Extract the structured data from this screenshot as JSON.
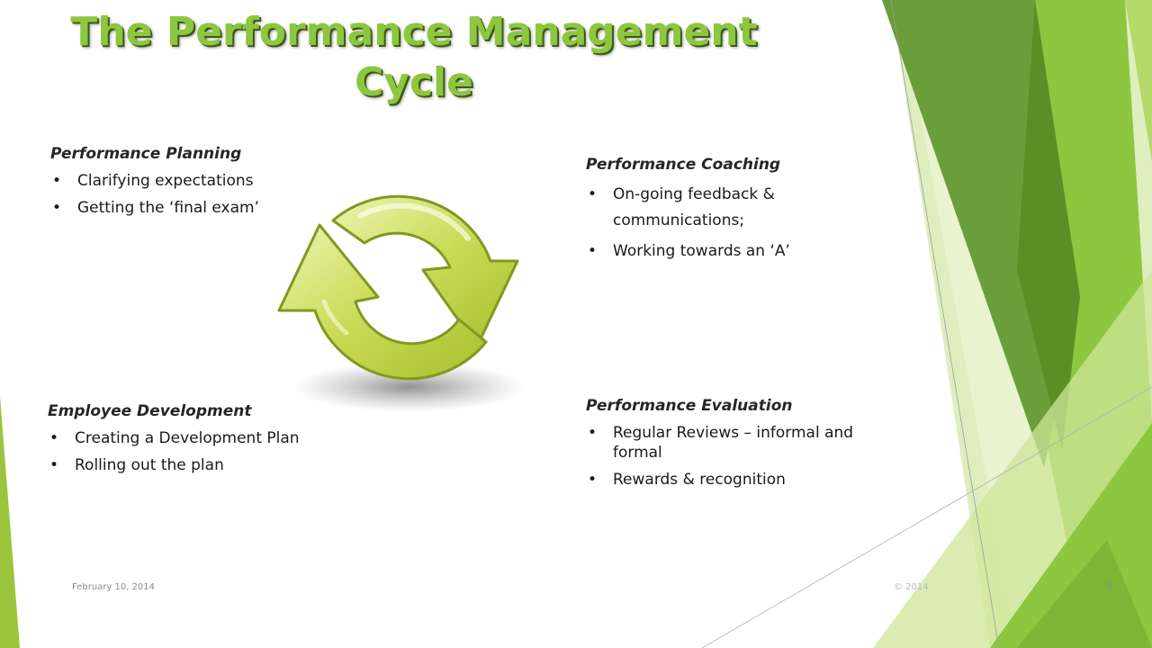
{
  "slide": {
    "title": "The Performance Management Cycle",
    "sections": {
      "planning": {
        "heading": "Performance Planning",
        "bullets": [
          "Clarifying expectations",
          "Getting the ‘final exam’"
        ]
      },
      "coaching": {
        "heading": "Performance Coaching",
        "bullets": [
          "On-going feedback & communications;",
          "Working towards an ‘A’"
        ]
      },
      "development": {
        "heading": "Employee Development",
        "bullets": [
          "Creating a Development Plan",
          "Rolling out the plan"
        ]
      },
      "evaluation": {
        "heading": "Performance Evaluation",
        "bullets": [
          "Regular Reviews – informal and formal",
          "Rewards & recognition"
        ]
      }
    },
    "bullet_glyph": "•",
    "cycle_icon": "refresh-cycle-icon",
    "footer": {
      "date": "February 10, 2014",
      "copyright": "© 2014",
      "page": "5"
    },
    "colors": {
      "title": "#8dc63f",
      "accent_dark": "#5c8e27",
      "accent_light": "#9bc53d",
      "accent_pale": "#d5e8a8",
      "arrow": "#c5d95a"
    }
  }
}
